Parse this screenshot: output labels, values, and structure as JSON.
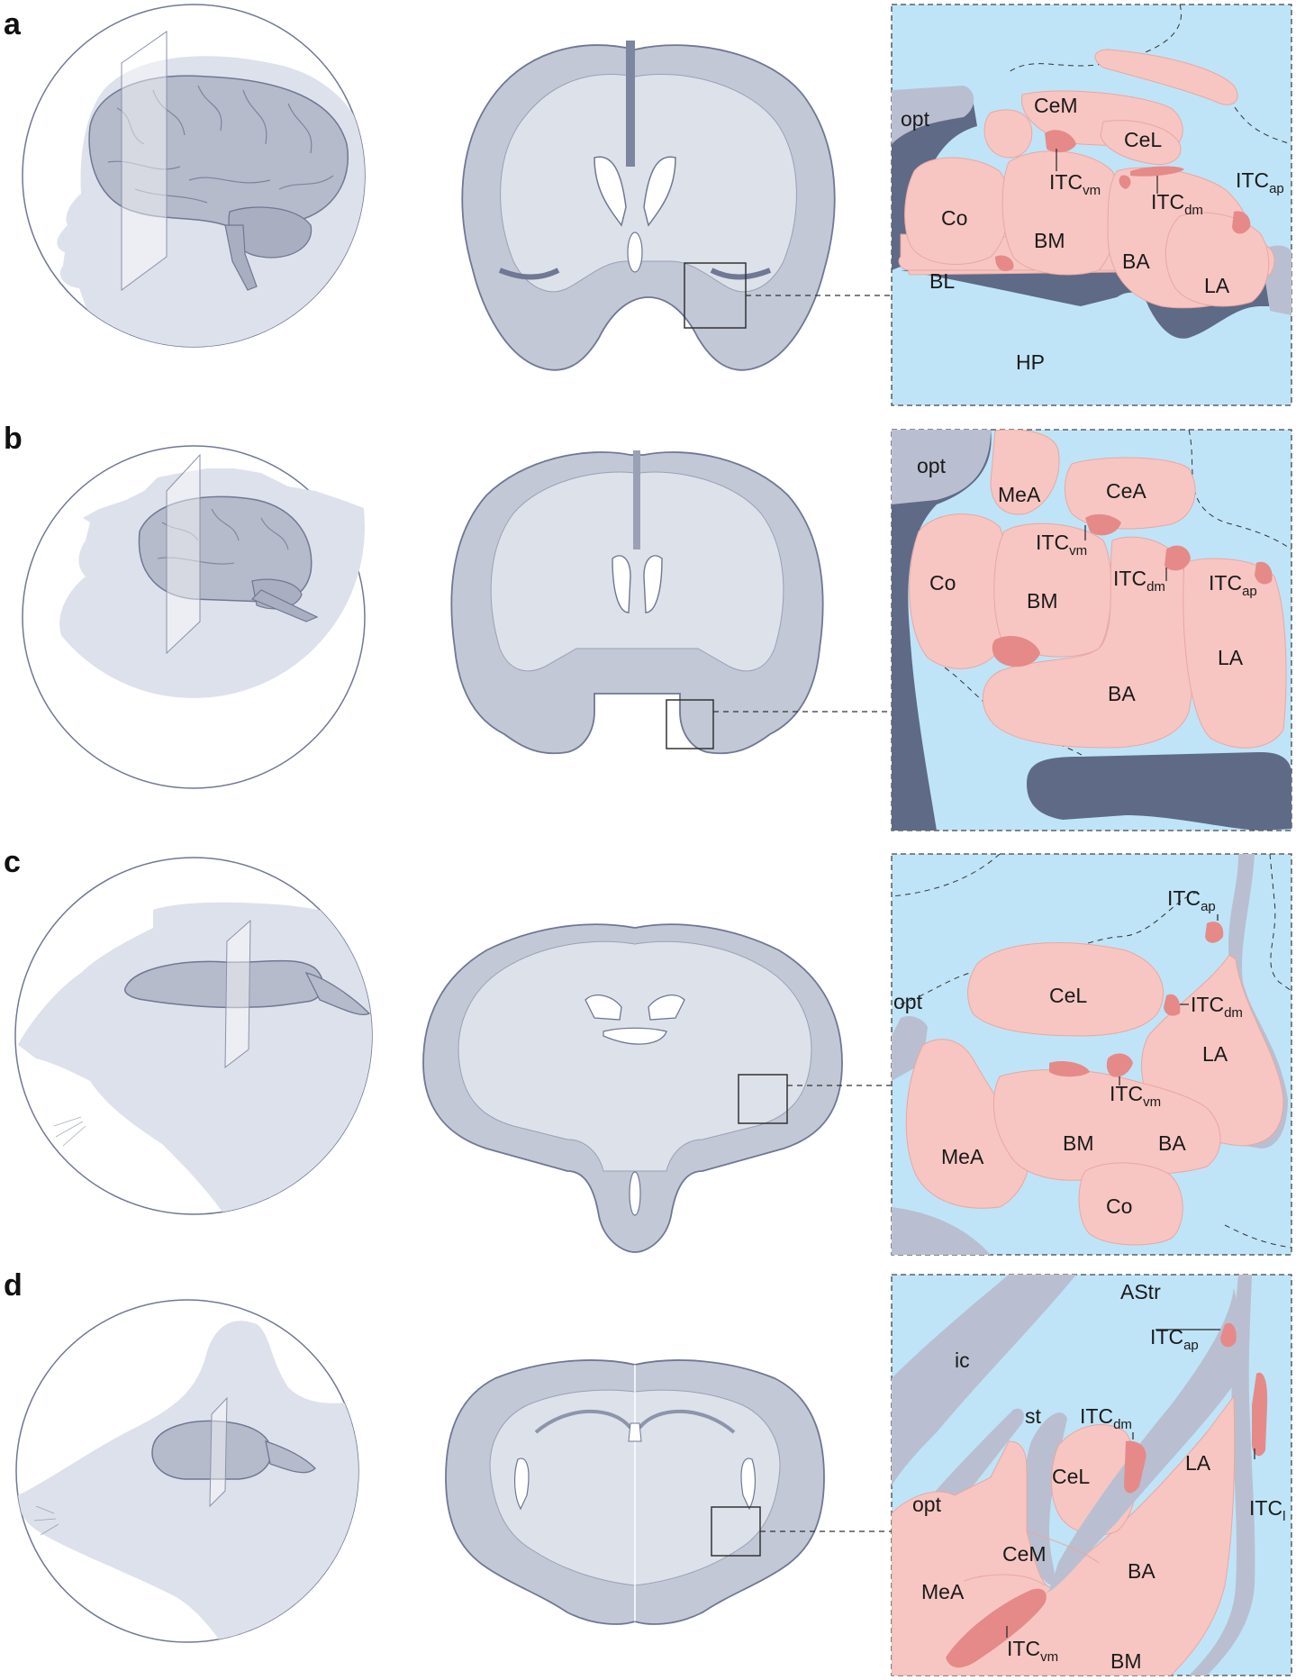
{
  "colors": {
    "background": "#ffffff",
    "silhouette": "#dde1eb",
    "brain": "#c3c8d6",
    "brain_outline": "#6f7894",
    "white_matter": "#dde1ea",
    "inset_bg": "#bfe4f7",
    "nucleus": "#f7c6c2",
    "nucleus_outline": "#e9a7a2",
    "itc": "#e58a88",
    "tract": "#5e6a86",
    "tract_light": "#b9bfd0"
  },
  "panels": [
    {
      "id": "a",
      "label": "a",
      "species": "human",
      "inset_labels": {
        "opt": "opt",
        "CeM": "CeM",
        "CeL": "CeL",
        "itc_vm": "ITC",
        "itc_vm_sub": "vm",
        "itc_dm": "ITC",
        "itc_dm_sub": "dm",
        "itc_ap": "ITC",
        "itc_ap_sub": "ap",
        "Co": "Co",
        "BM": "BM",
        "BA": "BA",
        "LA": "LA",
        "BL": "BL",
        "HP": "HP"
      }
    },
    {
      "id": "b",
      "label": "b",
      "species": "monkey",
      "inset_labels": {
        "opt": "opt",
        "MeA": "MeA",
        "CeA": "CeA",
        "itc_vm": "ITC",
        "itc_vm_sub": "vm",
        "itc_dm": "ITC",
        "itc_dm_sub": "dm",
        "itc_ap": "ITC",
        "itc_ap_sub": "ap",
        "Co": "Co",
        "BM": "BM",
        "LA": "LA",
        "BA": "BA"
      }
    },
    {
      "id": "c",
      "label": "c",
      "species": "rat",
      "inset_labels": {
        "itc_ap": "ITC",
        "itc_ap_sub": "ap",
        "CeL": "CeL",
        "opt": "opt",
        "itc_dm": "ITC",
        "itc_dm_sub": "dm",
        "LA": "LA",
        "itc_vm": "ITC",
        "itc_vm_sub": "vm",
        "MeA": "MeA",
        "BM": "BM",
        "BA": "BA",
        "Co": "Co"
      }
    },
    {
      "id": "d",
      "label": "d",
      "species": "mouse",
      "inset_labels": {
        "AStr": "AStr",
        "itc_ap": "ITC",
        "itc_ap_sub": "ap",
        "ic": "ic",
        "st": "st",
        "itc_dm": "ITC",
        "itc_dm_sub": "dm",
        "CeL": "CeL",
        "LA": "LA",
        "itc_l": "ITC",
        "itc_l_sub": "l",
        "opt": "opt",
        "CeM": "CeM",
        "MeA": "MeA",
        "BA": "BA",
        "itc_vm": "ITC",
        "itc_vm_sub": "vm",
        "BM": "BM"
      }
    }
  ]
}
